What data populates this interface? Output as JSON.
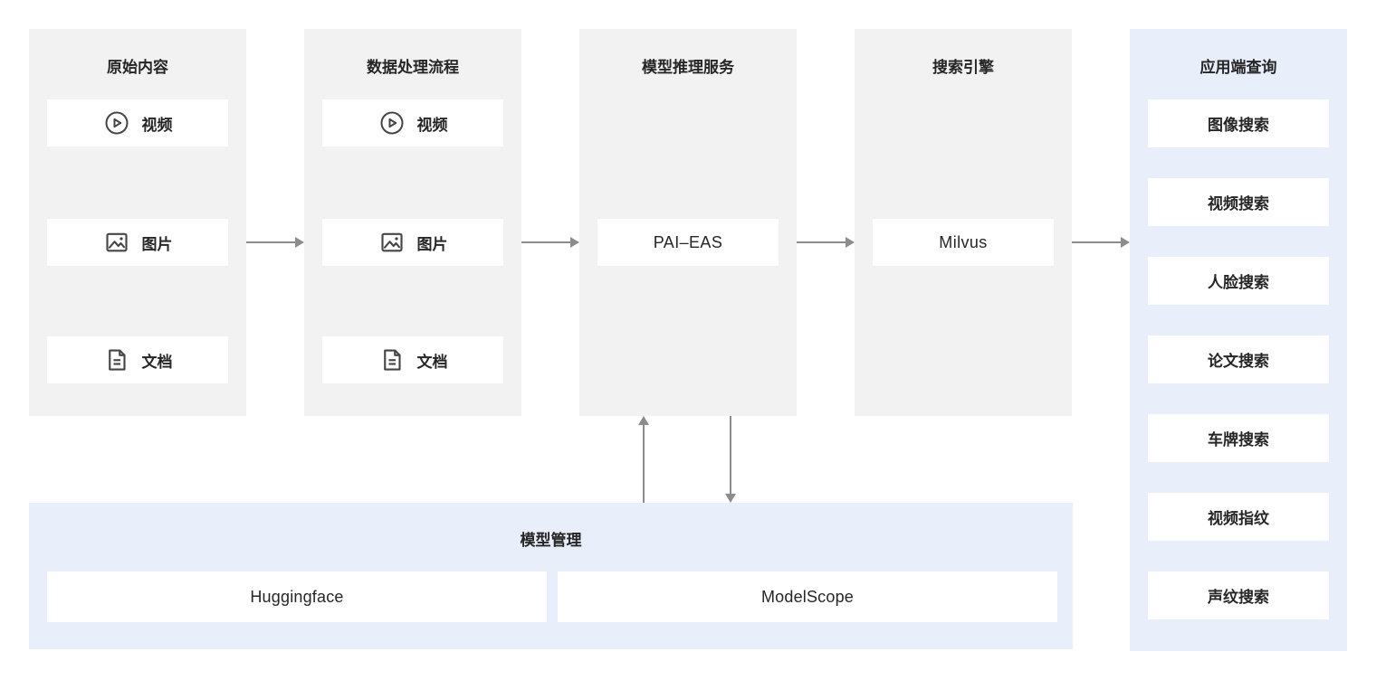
{
  "diagram": {
    "columns": [
      {
        "title": "原始内容",
        "items": [
          {
            "icon": "play-circle-icon",
            "label": "视频"
          },
          {
            "icon": "image-icon",
            "label": "图片"
          },
          {
            "icon": "document-icon",
            "label": "文档"
          }
        ]
      },
      {
        "title": "数据处理流程",
        "items": [
          {
            "icon": "play-circle-icon",
            "label": "视频"
          },
          {
            "icon": "image-icon",
            "label": "图片"
          },
          {
            "icon": "document-icon",
            "label": "文档"
          }
        ]
      },
      {
        "title": "模型推理服务",
        "items": [
          {
            "label": "PAI–EAS"
          }
        ]
      },
      {
        "title": "搜索引擎",
        "items": [
          {
            "label": "Milvus"
          }
        ]
      },
      {
        "title": "应用端查询",
        "items": [
          {
            "label": "图像搜索"
          },
          {
            "label": "视频搜索"
          },
          {
            "label": "人脸搜索"
          },
          {
            "label": "论文搜索"
          },
          {
            "label": "车牌搜索"
          },
          {
            "label": "视频指纹"
          },
          {
            "label": "声纹搜索"
          }
        ]
      }
    ],
    "model_management": {
      "title": "模型管理",
      "items": [
        {
          "label": "Huggingface"
        },
        {
          "label": "ModelScope"
        }
      ]
    },
    "connections": [
      {
        "from": "原始内容",
        "to": "数据处理流程",
        "direction": "right"
      },
      {
        "from": "数据处理流程",
        "to": "模型推理服务",
        "direction": "right"
      },
      {
        "from": "模型推理服务",
        "to": "搜索引擎",
        "direction": "right"
      },
      {
        "from": "搜索引擎",
        "to": "应用端查询",
        "direction": "right"
      },
      {
        "from": "模型管理",
        "to": "模型推理服务",
        "direction": "up"
      },
      {
        "from": "模型推理服务",
        "to": "模型管理",
        "direction": "down"
      }
    ],
    "colors": {
      "column_bg": "#f2f2f2",
      "panel_bg": "#e9eefb",
      "card_bg": "#ffffff",
      "text": "#262626",
      "arrow": "#8c8c8c",
      "icon": "#454545"
    }
  }
}
